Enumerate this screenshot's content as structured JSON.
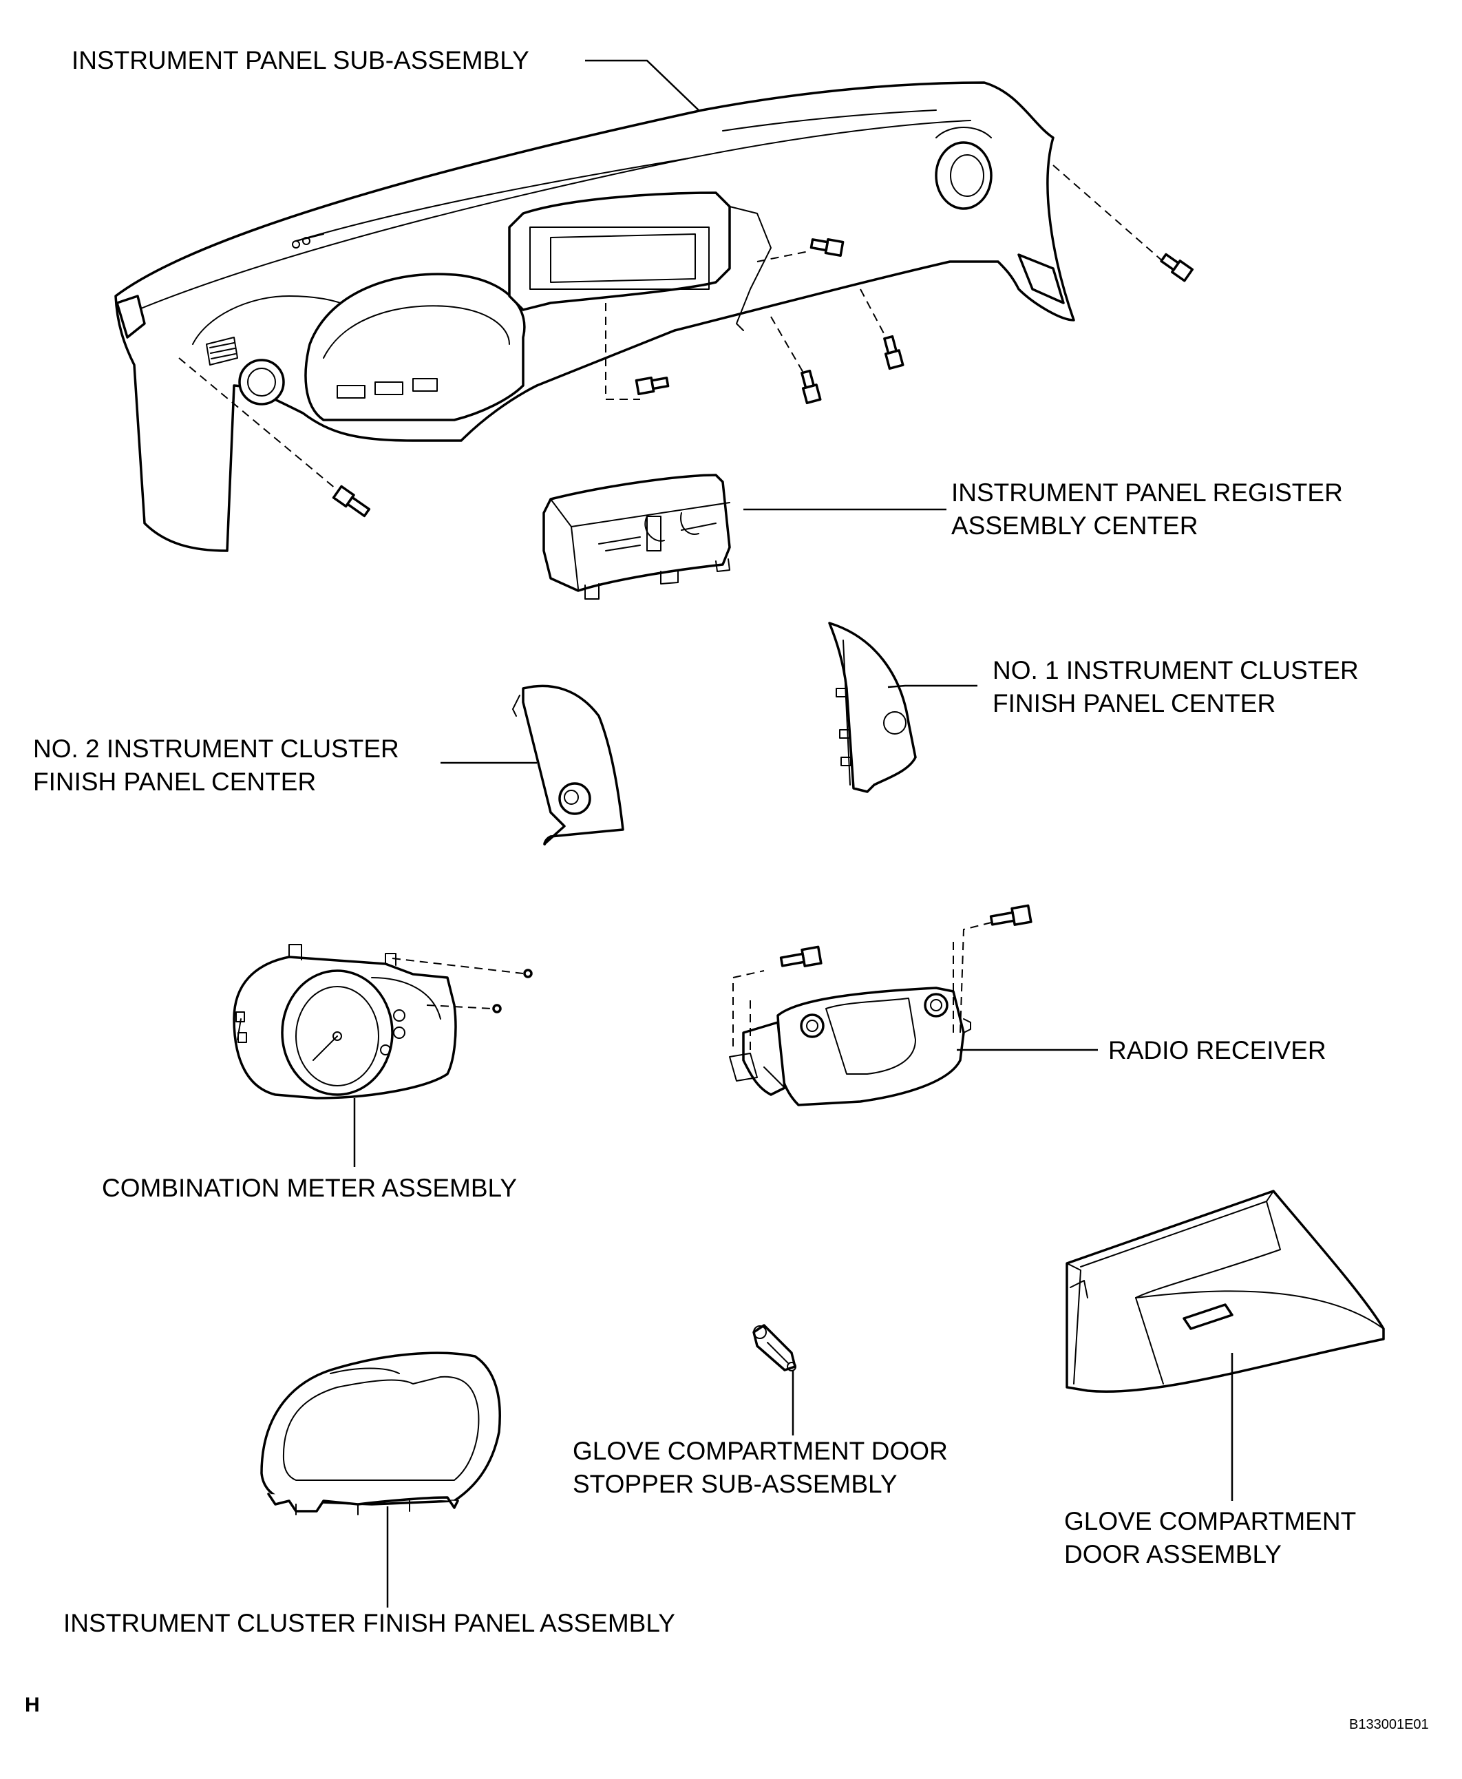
{
  "labels": {
    "instrument_panel_sub_assembly": "INSTRUMENT PANEL SUB-ASSEMBLY",
    "register_center_line1": "INSTRUMENT PANEL REGISTER",
    "register_center_line2": "ASSEMBLY CENTER",
    "no1_cluster_line1": "NO. 1 INSTRUMENT CLUSTER",
    "no1_cluster_line2": "FINISH PANEL CENTER",
    "no2_cluster_line1": "NO. 2 INSTRUMENT CLUSTER",
    "no2_cluster_line2": "FINISH PANEL CENTER",
    "radio_receiver": "RADIO RECEIVER",
    "combination_meter": "COMBINATION METER ASSEMBLY",
    "glove_door_line1": "GLOVE COMPARTMENT",
    "glove_door_line2": "DOOR ASSEMBLY",
    "glove_stopper_line1": "GLOVE COMPARTMENT DOOR",
    "glove_stopper_line2": "STOPPER SUB-ASSEMBLY",
    "cluster_finish_panel": "INSTRUMENT CLUSTER FINISH PANEL ASSEMBLY"
  },
  "corner_mark": "H",
  "figure_code": "B133001E01"
}
